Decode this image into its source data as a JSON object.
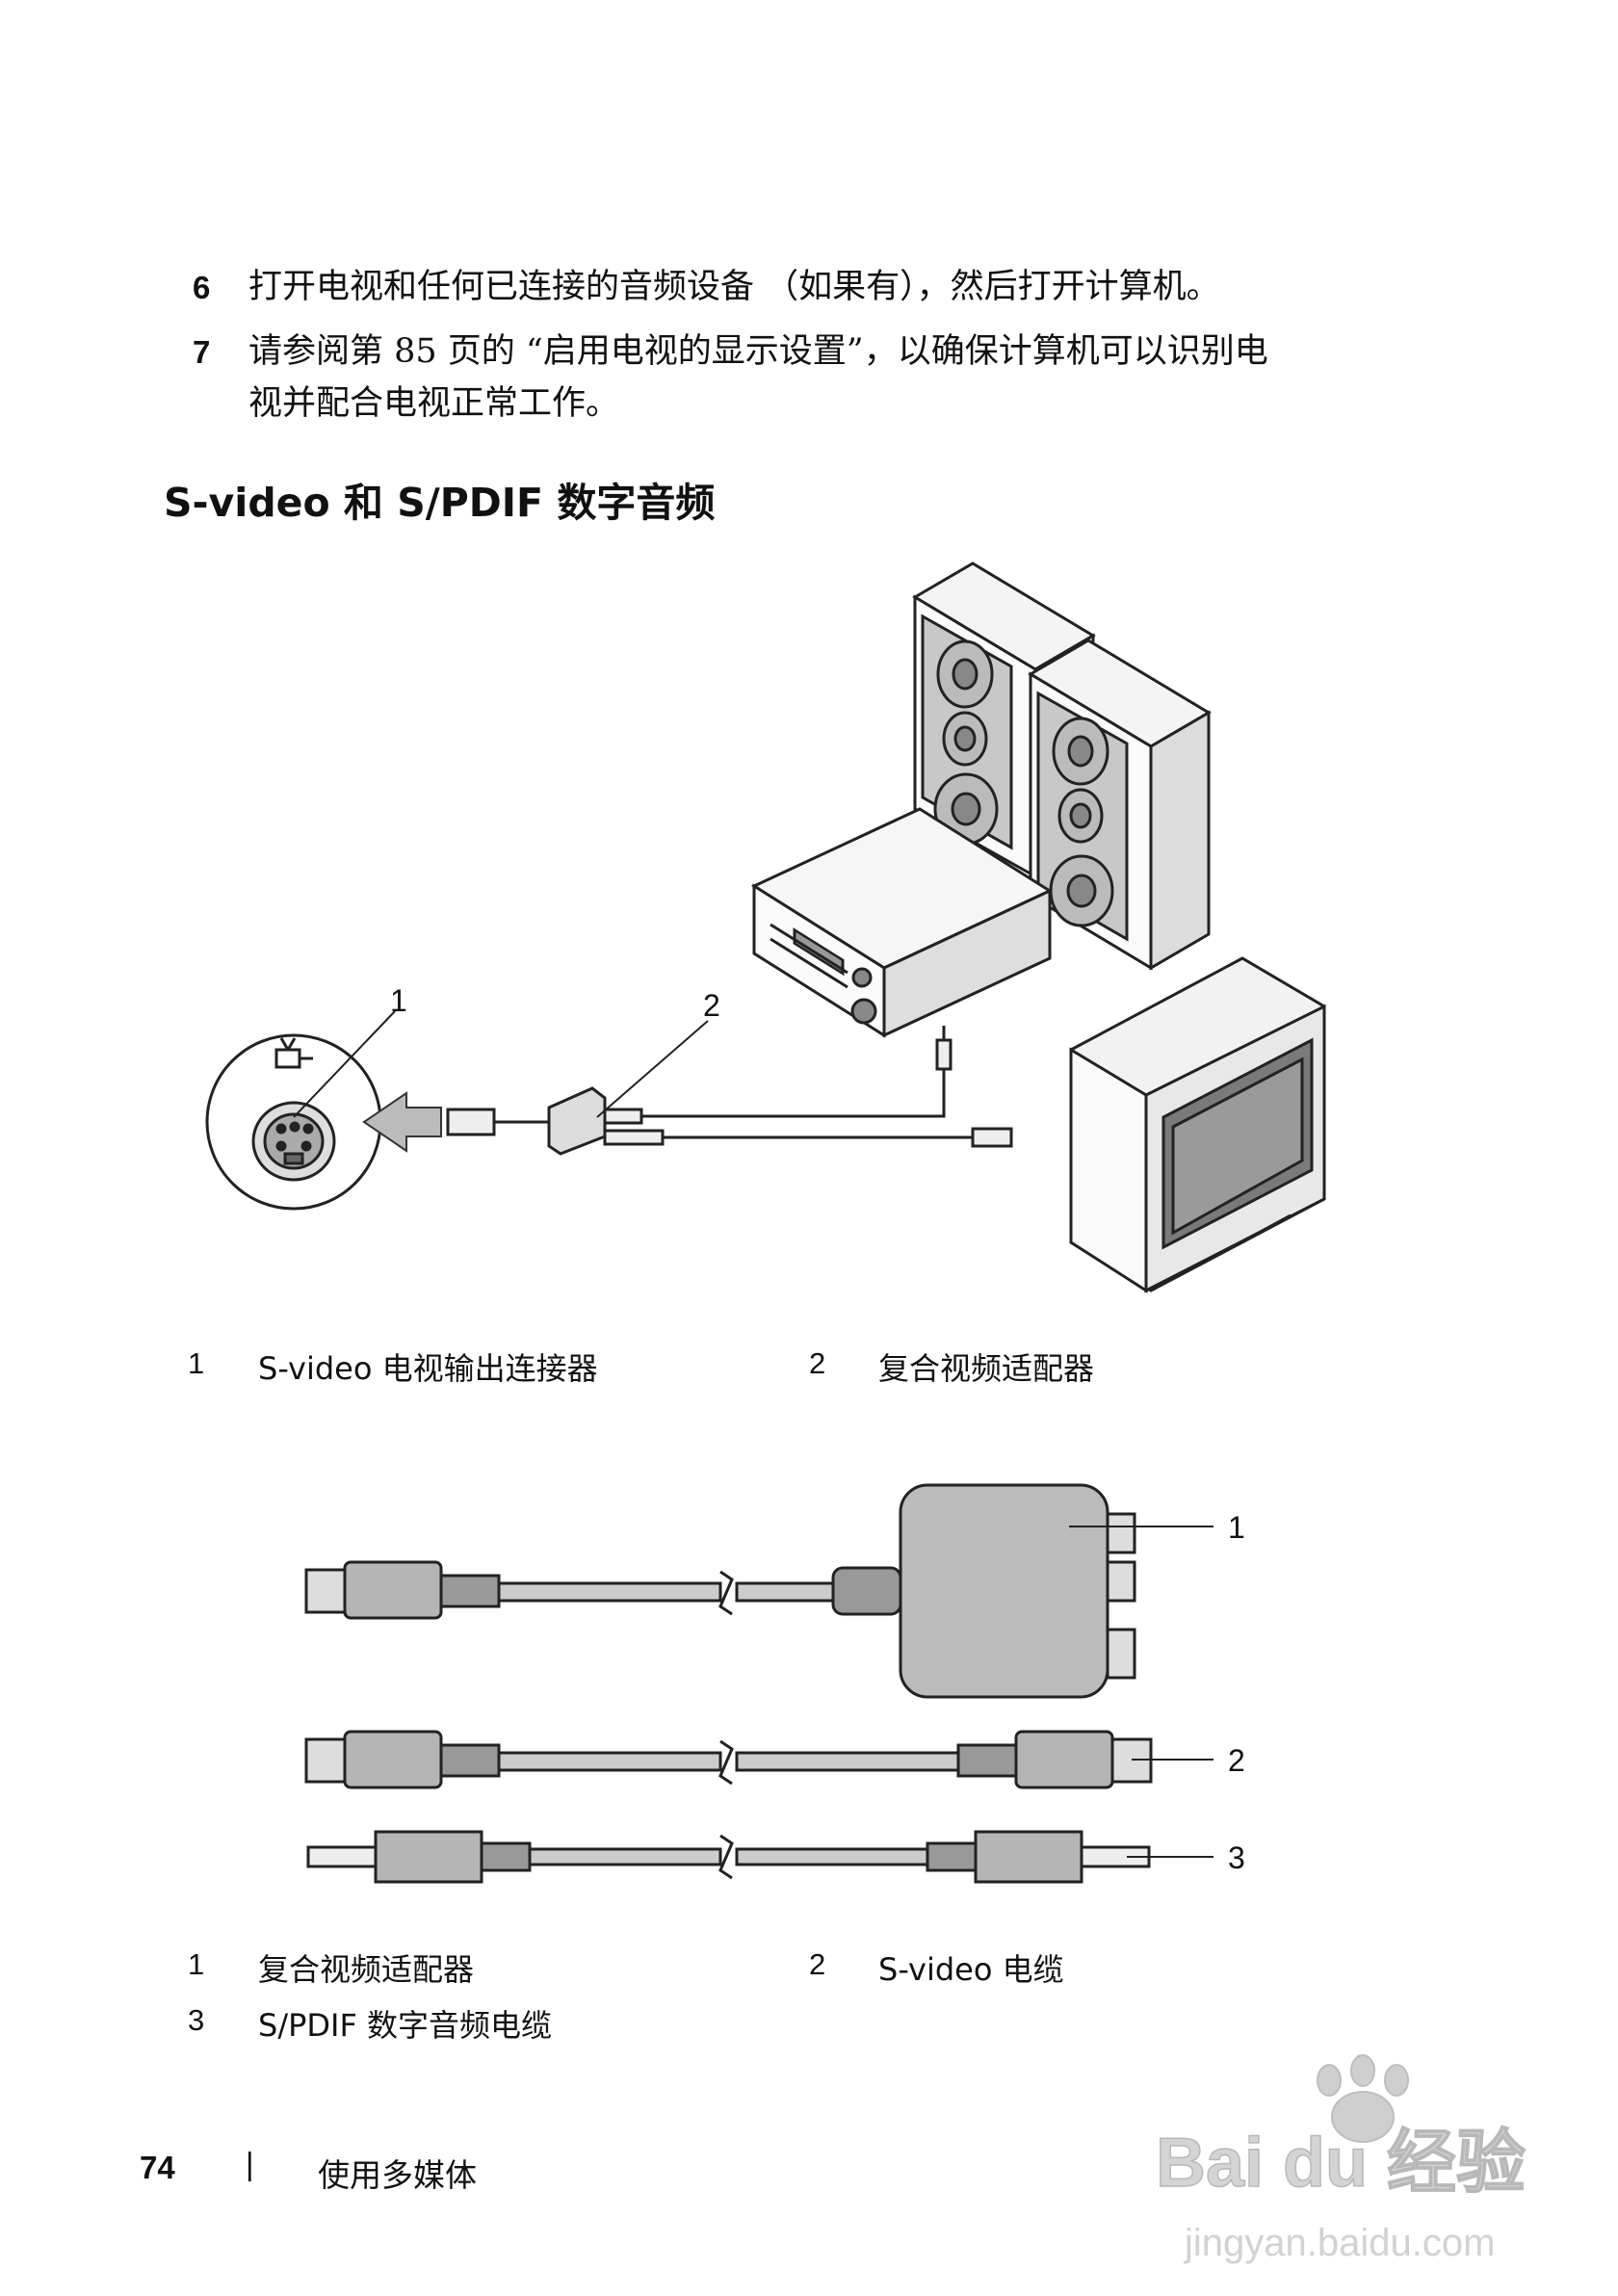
{
  "steps": [
    {
      "num": "6",
      "text": "打开电视和任何已连接的音频设备 （如果有），然后打开计算机。"
    },
    {
      "num": "7",
      "line1": "请参阅第 85 页的 “启用电视的显示设置”，以确保计算机可以识别电",
      "line2": "视并配合电视正常工作。"
    }
  ],
  "section_heading": "S-video 和 S/PDIF 数字音频",
  "figure1": {
    "callouts": [
      "1",
      "2"
    ],
    "legend": [
      {
        "num": "1",
        "text": "S-video 电视输出连接器"
      },
      {
        "num": "2",
        "text": "复合视频适配器"
      }
    ]
  },
  "figure2": {
    "callouts": [
      "1",
      "2",
      "3"
    ],
    "legend": [
      {
        "num": "1",
        "text": "复合视频适配器"
      },
      {
        "num": "2",
        "text": "S-video 电缆"
      },
      {
        "num": "3",
        "text": "S/PDIF 数字音频电缆"
      }
    ]
  },
  "footer": {
    "page_number": "74",
    "separator": "|",
    "chapter": "使用多媒体"
  },
  "watermark": {
    "logo": "Bai du 经验",
    "url": "jingyan.baidu.com"
  }
}
